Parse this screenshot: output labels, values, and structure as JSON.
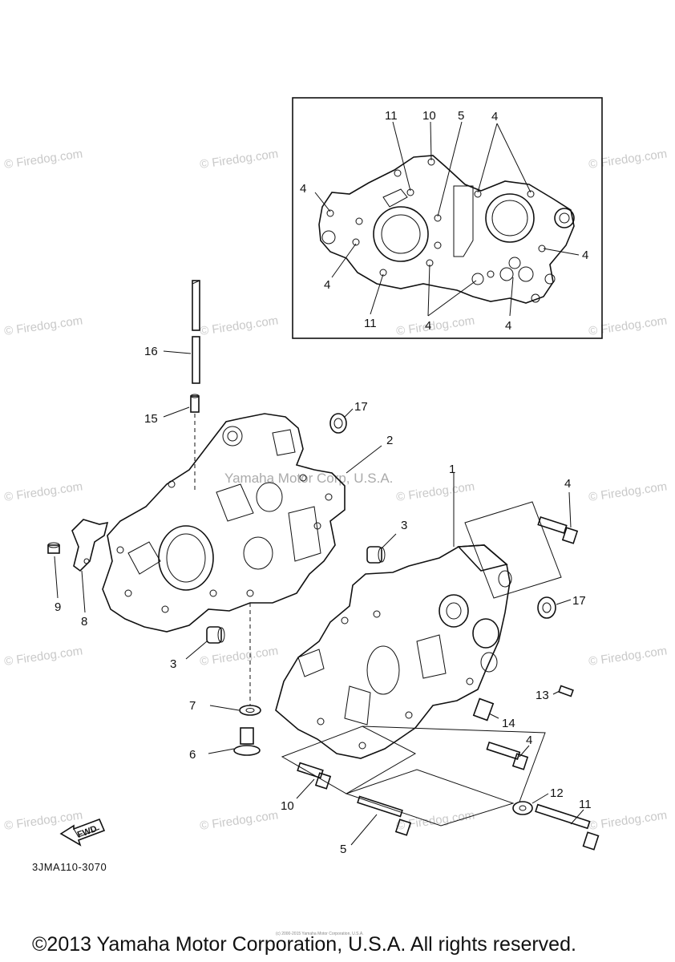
{
  "watermarks": [
    "© Firedog.com",
    "© Firedog.com",
    "© Firedog.com",
    "© Firedog.com",
    "© Firedog.com",
    "© Firedog.com",
    "© Firedog.com",
    "© Firedog.com",
    "© Firedog.com",
    "© Firedog.com",
    "© Firedog.com",
    "© Firedog.com",
    "© Firedog.com",
    "© Firedog.com",
    "© Firedog.com",
    "© Firedog.com",
    "© Firedog.com"
  ],
  "inline_watermark": "Yamaha Motor Corp, U.S.A.",
  "inset_callouts": [
    "11",
    "10",
    "5",
    "4",
    "4",
    "4",
    "4",
    "4",
    "4",
    "11",
    "4",
    "4"
  ],
  "main_callouts": [
    "16",
    "15",
    "17",
    "2",
    "1",
    "4",
    "3",
    "9",
    "8",
    "3",
    "17",
    "7",
    "6",
    "13",
    "14",
    "4",
    "10",
    "12",
    "11",
    "5"
  ],
  "fwd_label": "FWD",
  "diagram_code": "3JMA110-3070",
  "tiny_notice": "(c) 2000-2015 Yamaha Motor Corporation, U.S.A.",
  "copyright": "©2013 Yamaha Motor Corporation, U.S.A. All rights reserved."
}
